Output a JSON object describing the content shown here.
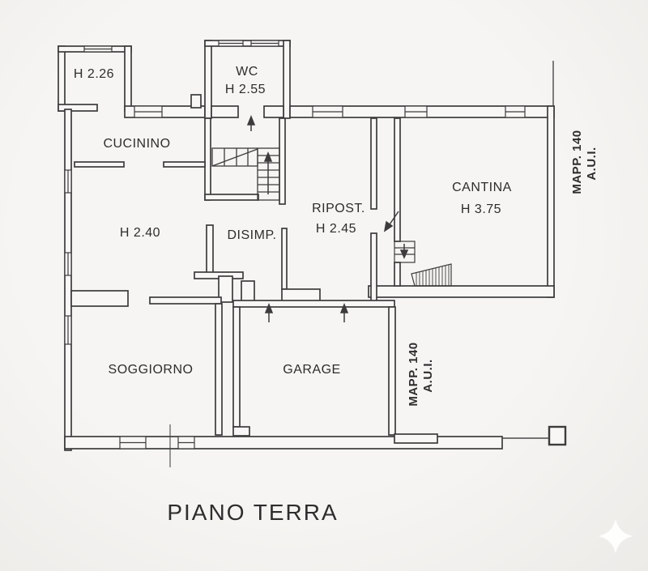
{
  "colors": {
    "background": "#f4f3f0",
    "line": "#3c3c3c",
    "wall_fill": "#f8f7f5",
    "text": "#2d2d2d",
    "watermark": "#ffffff"
  },
  "plan": {
    "title": "PIANO TERRA",
    "rooms": {
      "h226": {
        "label": "H 2.26"
      },
      "cucinino": {
        "label": "CUCININO"
      },
      "wc": {
        "label": "WC",
        "height": "H 2.55"
      },
      "ripost": {
        "label": "RIPOST.",
        "height": "H 2.45"
      },
      "cantina": {
        "label": "CANTINA",
        "height": "H 3.75"
      },
      "h240": {
        "label": "H 2.40"
      },
      "disimp": {
        "label": "DISIMP."
      },
      "soggiorno": {
        "label": "SOGGIORNO"
      },
      "garage": {
        "label": "GARAGE"
      }
    },
    "boundary_labels": {
      "right": {
        "line1": "MAPP. 140",
        "line2": "A.U.I."
      },
      "courtyard": {
        "line1": "MAPP. 140",
        "line2": "A.U.I."
      }
    }
  }
}
